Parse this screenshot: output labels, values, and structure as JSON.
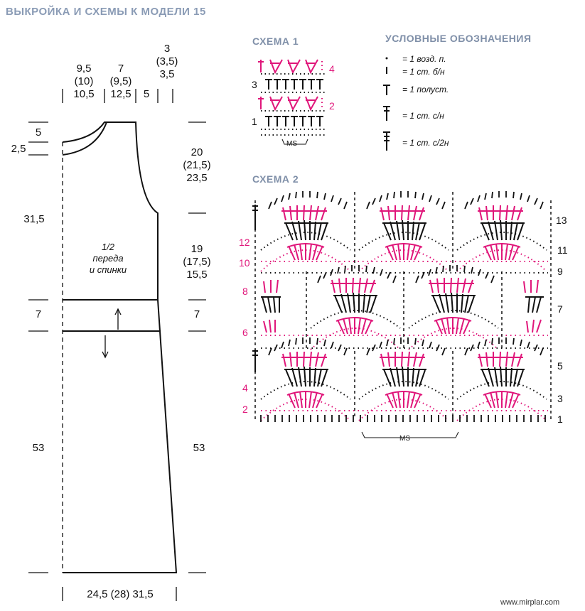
{
  "page_title": "ВЫКРОЙКА И СХЕМЫ К МОДЕЛИ 15",
  "pattern": {
    "top_dims": {
      "shoulder": [
        "9,5",
        "(10)",
        "10,5"
      ],
      "neck": [
        "7",
        "(9,5)",
        "12,5"
      ],
      "gap": "5",
      "neck_depth": [
        "3",
        "(3,5)",
        "3,5"
      ]
    },
    "left_dims": {
      "neck_drop": "5",
      "back_neck": "2,5",
      "upper": "31,5",
      "band": "7",
      "skirt": "53"
    },
    "right_dims": {
      "armhole": [
        "20",
        "(21,5)",
        "23,5"
      ],
      "body": [
        "19",
        "(17,5)",
        "15,5"
      ],
      "band": "7",
      "skirt": "53"
    },
    "bottom_dim": "24,5 (28) 31,5",
    "piece_label": [
      "1/2",
      "переда",
      "и спинки"
    ]
  },
  "scheme1": {
    "title": "СХЕМА 1",
    "rows_right": [
      "4",
      "2"
    ],
    "rows_left": [
      "3",
      "1"
    ],
    "repeat": "MS"
  },
  "legend": {
    "title": "УСЛОВНЫЕ ОБОЗНАЧЕНИЯ",
    "items": [
      {
        "icon": "dot-icon",
        "text": "= 1 возд. п."
      },
      {
        "icon": "tick-icon",
        "text": "= 1 ст. б/н"
      },
      {
        "icon": "t-icon",
        "text": "= 1 полуст."
      },
      {
        "icon": "cross-icon",
        "text": "= 1 ст. с/н"
      },
      {
        "icon": "double-cross-icon",
        "text": "= 1 ст. с/2н"
      }
    ]
  },
  "scheme2": {
    "title": "СХЕМА 2",
    "rows_right": [
      "13",
      "11",
      "9",
      "7",
      "5",
      "3",
      "1"
    ],
    "rows_left": [
      "12",
      "10",
      "8",
      "6",
      "4",
      "2"
    ],
    "repeat": "MS"
  },
  "watermark": "www.mirplar.com",
  "colors": {
    "pink": "#e0167a",
    "title": "#8a9bb5"
  }
}
